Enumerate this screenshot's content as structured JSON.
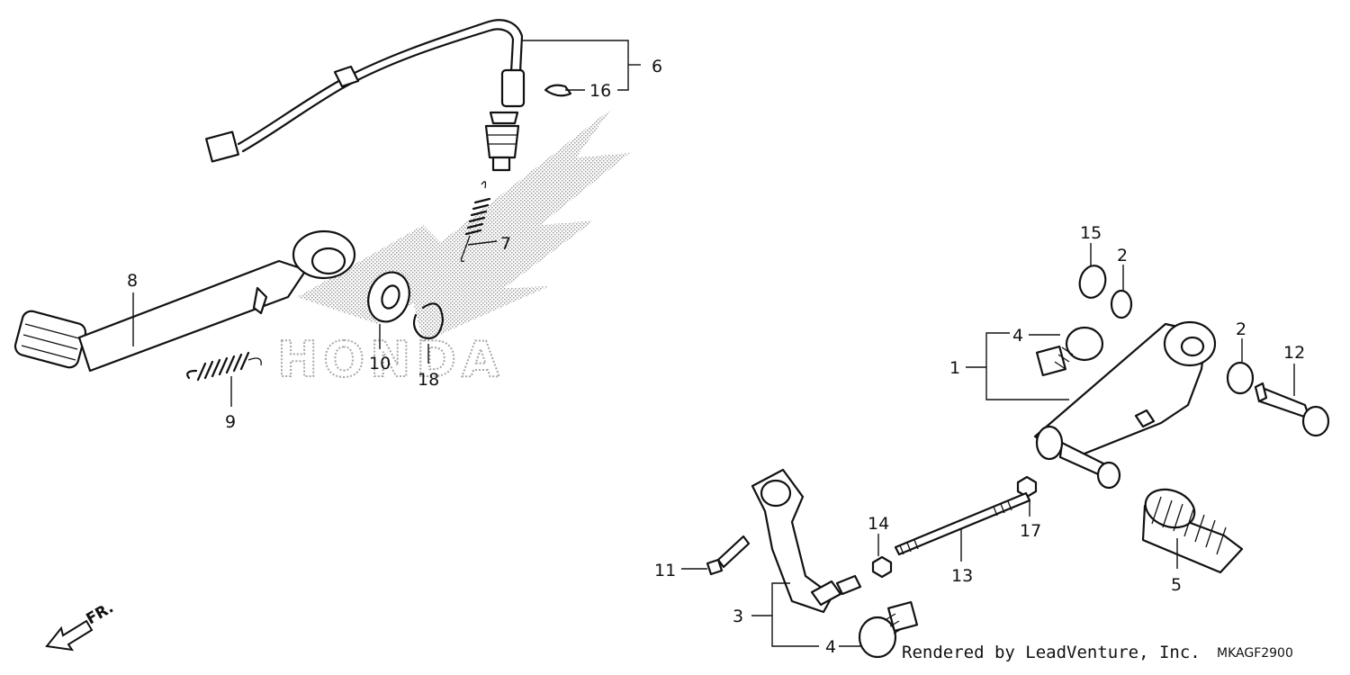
{
  "watermark": "HONDA",
  "diagram_code": "MKAGF2900",
  "credit": "Rendered by LeadVenture, Inc.",
  "front_label": "FR.",
  "callouts": {
    "c1": "1",
    "c2a": "2",
    "c2b": "2",
    "c3": "3",
    "c4a": "4",
    "c4b": "4",
    "c5": "5",
    "c6": "6",
    "c7": "7",
    "c8": "8",
    "c9": "9",
    "c10": "10",
    "c11": "11",
    "c12": "12",
    "c13": "13",
    "c14": "14",
    "c15": "15",
    "c16": "16",
    "c17": "17",
    "c18": "18"
  }
}
